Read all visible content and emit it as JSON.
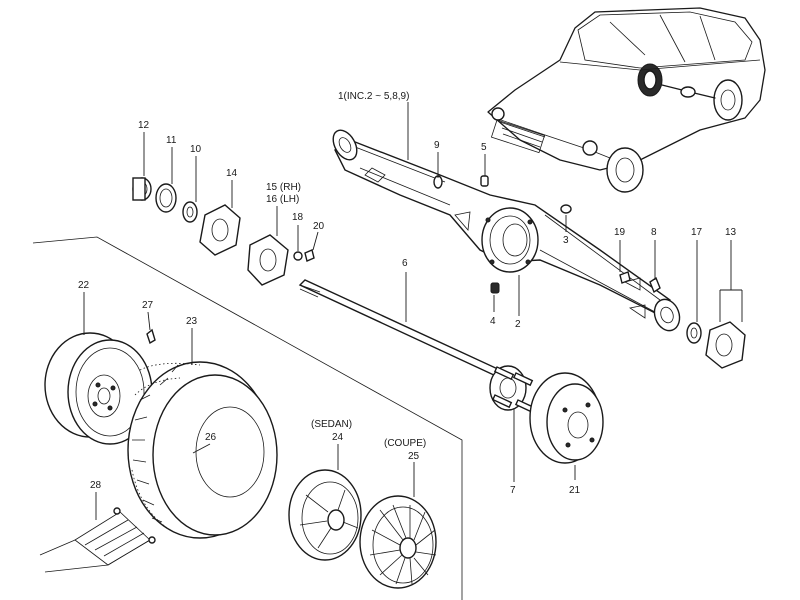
{
  "callouts": [
    {
      "id": "c1",
      "text": "1(INC.2 ~ 5,8,9)"
    },
    {
      "id": "c2",
      "text": "2"
    },
    {
      "id": "c3",
      "text": "3"
    },
    {
      "id": "c4",
      "text": "4"
    },
    {
      "id": "c5",
      "text": "5"
    },
    {
      "id": "c6",
      "text": "6"
    },
    {
      "id": "c7",
      "text": "7"
    },
    {
      "id": "c8",
      "text": "8"
    },
    {
      "id": "c9",
      "text": "9"
    },
    {
      "id": "c10",
      "text": "10"
    },
    {
      "id": "c11",
      "text": "11"
    },
    {
      "id": "c12",
      "text": "12"
    },
    {
      "id": "c13",
      "text": "13"
    },
    {
      "id": "c14",
      "text": "14"
    },
    {
      "id": "c15",
      "text": "15 (RH)"
    },
    {
      "id": "c16",
      "text": "16 (LH)"
    },
    {
      "id": "c17",
      "text": "17"
    },
    {
      "id": "c18",
      "text": "18"
    },
    {
      "id": "c19",
      "text": "19"
    },
    {
      "id": "c20",
      "text": "20"
    },
    {
      "id": "c21",
      "text": "21"
    },
    {
      "id": "c22",
      "text": "22"
    },
    {
      "id": "c23",
      "text": "23"
    },
    {
      "id": "c24",
      "text": "24"
    },
    {
      "id": "c25",
      "text": "25"
    },
    {
      "id": "c26",
      "text": "26"
    },
    {
      "id": "c27",
      "text": "27"
    },
    {
      "id": "c28",
      "text": "28"
    }
  ],
  "variants": {
    "sedan": "(SEDAN)",
    "coupe": "(COUPE)"
  }
}
